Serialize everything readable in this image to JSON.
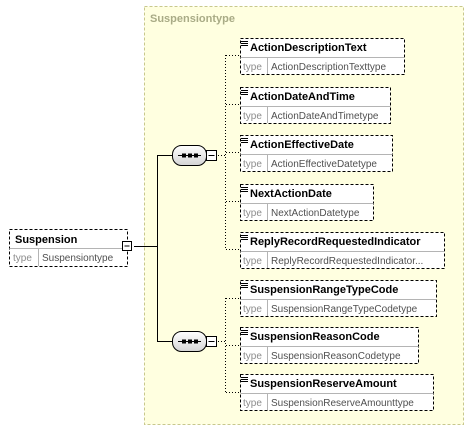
{
  "complex_type": {
    "name": "Suspensiontype"
  },
  "root_element": {
    "name": "Suspension",
    "type_label": "type",
    "type_value": "Suspensiontype"
  },
  "sequence_1": {
    "elements": [
      {
        "name": "ActionDescriptionText",
        "type_label": "type",
        "type_value": "ActionDescriptionTexttype"
      },
      {
        "name": "ActionDateAndTime",
        "type_label": "type",
        "type_value": "ActionDateAndTimetype"
      },
      {
        "name": "ActionEffectiveDate",
        "type_label": "type",
        "type_value": "ActionEffectiveDatetype"
      },
      {
        "name": "NextActionDate",
        "type_label": "type",
        "type_value": "NextActionDatetype"
      },
      {
        "name": "ReplyRecordRequestedIndicator",
        "type_label": "type",
        "type_value": "ReplyRecordRequestedIndicator..."
      }
    ]
  },
  "sequence_2": {
    "elements": [
      {
        "name": "SuspensionRangeTypeCode",
        "type_label": "type",
        "type_value": "SuspensionRangeTypeCodetype"
      },
      {
        "name": "SuspensionReasonCode",
        "type_label": "type",
        "type_value": "SuspensionReasonCodetype"
      },
      {
        "name": "SuspensionReserveAmount",
        "type_label": "type",
        "type_value": "SuspensionReserveAmounttype"
      }
    ]
  },
  "colors": {
    "group_fill": "#ffffe0",
    "group_border": "#c8c88c",
    "element_border": "#000000",
    "type_border": "#b4b4b4",
    "compositor_fill": "#f0f0f0"
  }
}
